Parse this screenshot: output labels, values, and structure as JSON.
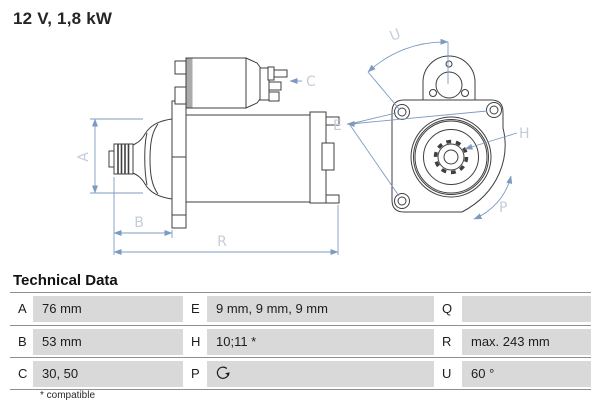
{
  "header": {
    "title": "12 V, 1,8 kW"
  },
  "diagram": {
    "labels": {
      "A": "A",
      "B": "B",
      "C": "C",
      "E": "E",
      "H": "H",
      "P": "P",
      "R": "R",
      "U": "U"
    },
    "colors": {
      "outline": "#3f3f3f",
      "dimension_line": "#7d9bc1",
      "dimension_label": "#c5cdd9"
    }
  },
  "table": {
    "title": "Technical Data",
    "footnote": "* compatible",
    "p_icon": "rotation-clockwise-icon",
    "cell_background": "#d9d9d9",
    "rows": [
      [
        {
          "k": "A",
          "v": "76 mm"
        },
        {
          "k": "E",
          "v": "9 mm, 9 mm, 9 mm"
        },
        {
          "k": "Q",
          "v": ""
        }
      ],
      [
        {
          "k": "B",
          "v": "53 mm"
        },
        {
          "k": "H",
          "v": "10;11 *"
        },
        {
          "k": "R",
          "v": "max. 243 mm"
        }
      ],
      [
        {
          "k": "C",
          "v": "30, 50"
        },
        {
          "k": "P",
          "v": ""
        },
        {
          "k": "U",
          "v": "60 °"
        }
      ]
    ]
  }
}
